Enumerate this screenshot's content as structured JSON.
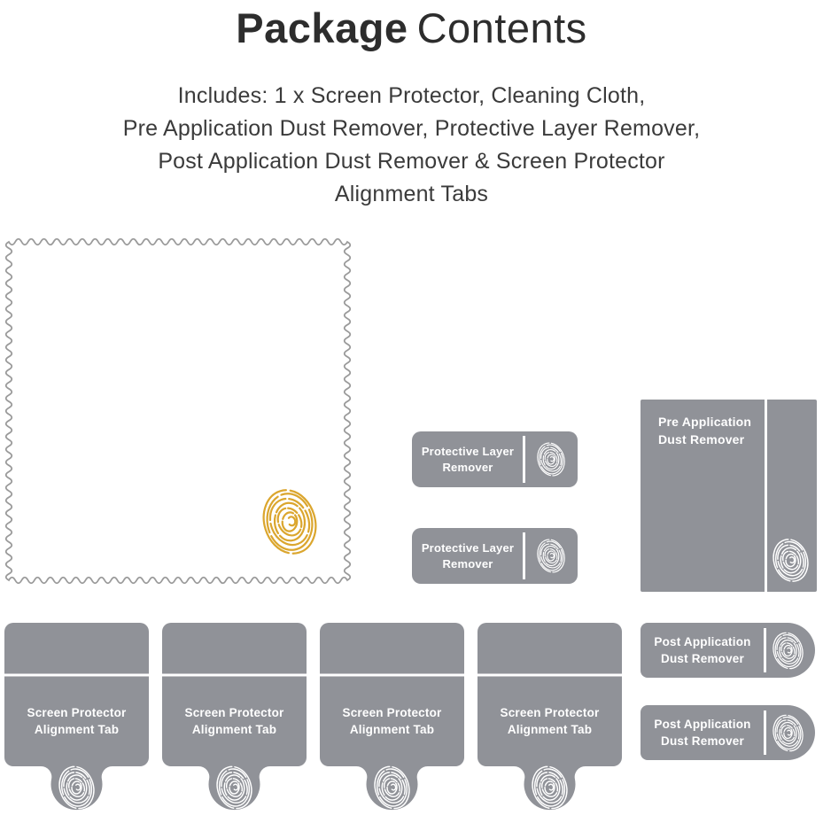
{
  "title": {
    "primary": "Package",
    "secondary": "Contents"
  },
  "subtitle": {
    "lines": [
      "Includes: 1 x Screen Protector, Cleaning Cloth,",
      "Pre Application Dust Remover, Protective Layer Remover,",
      "Post Application Dust Remover & Screen Protector",
      "Alignment Tabs"
    ]
  },
  "items": {
    "cleaning_cloth": {
      "icon": "fingerprint-icon"
    },
    "protective_layer_remover": {
      "label_line1": "Protective Layer",
      "label_line2": "Remover",
      "icon": "fingerprint-icon"
    },
    "pre_application_dust_remover": {
      "label_line1": "Pre Application",
      "label_line2": "Dust Remover",
      "icon": "fingerprint-icon"
    },
    "post_application_dust_remover": {
      "label_line1": "Post Application",
      "label_line2": "Dust Remover",
      "icon": "fingerprint-icon"
    },
    "screen_protector_alignment_tab": {
      "label_line1": "Screen Protector",
      "label_line2": "Alignment Tab",
      "icon": "fingerprint-icon"
    }
  },
  "colors": {
    "item_gray": "#909298",
    "label_white": "#FFFFFF",
    "fingerprint_gold": "#DBA62E",
    "cloth_outline_gray": "#9A9A9A",
    "title_text": "#2D2D2D",
    "subtitle_text": "#3B3B3B"
  }
}
